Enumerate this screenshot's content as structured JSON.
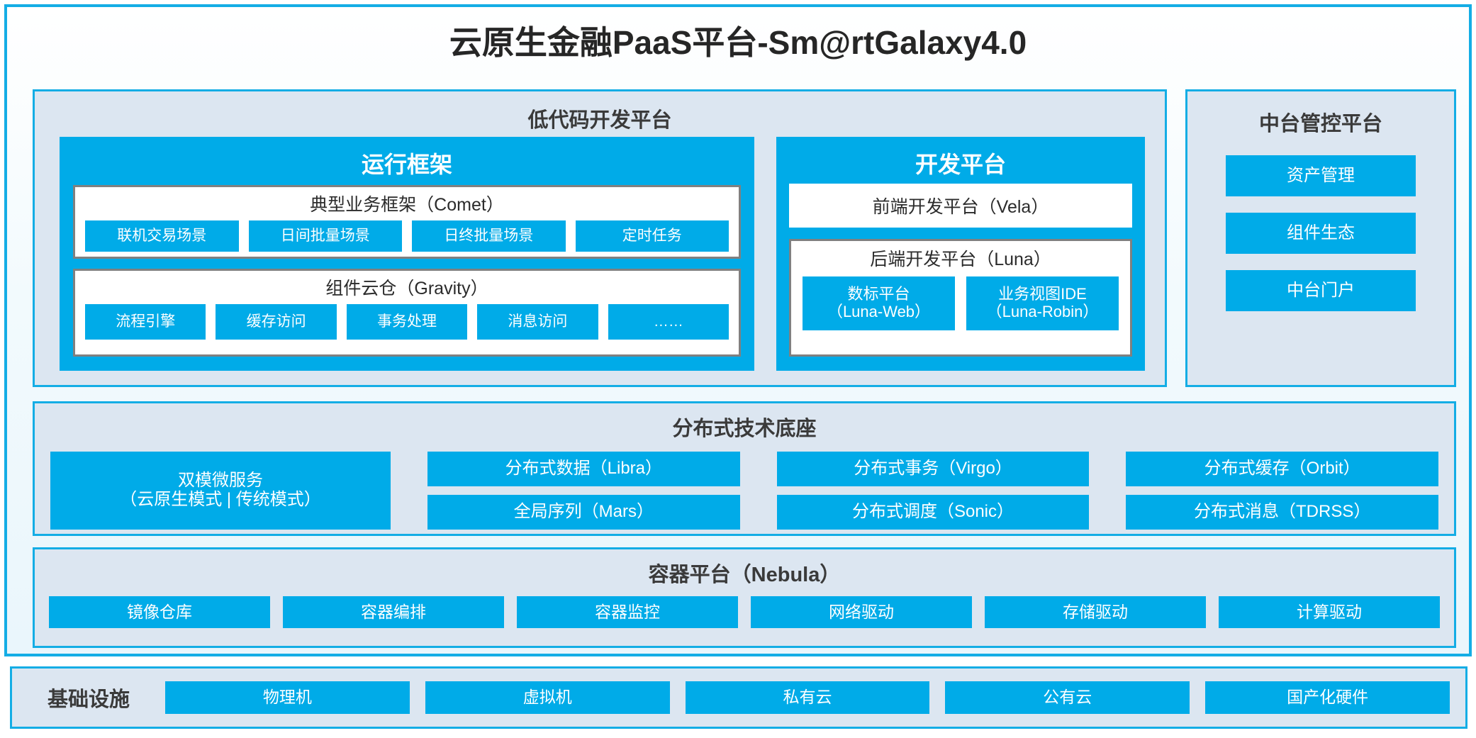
{
  "app_title": "云原生金融PaaS平台-Sm@rtGalaxy4.0",
  "colors": {
    "accent_blue": "#00ABE8",
    "border_blue": "#14ADE5",
    "panel_bg": "#DCE6F1",
    "inner_border_gray": "#808080",
    "text_dark": "#3A3A3A"
  },
  "lowcode": {
    "title": "低代码开发平台",
    "runtime": {
      "title": "运行框架",
      "comet": {
        "title": "典型业务框架（Comet）",
        "items": [
          "联机交易场景",
          "日间批量场景",
          "日终批量场景",
          "定时任务"
        ]
      },
      "gravity": {
        "title": "组件云仓（Gravity）",
        "items": [
          "流程引擎",
          "缓存访问",
          "事务处理",
          "消息访问",
          "……"
        ]
      }
    },
    "dev": {
      "title": "开发平台",
      "frontend": "前端开发平台（Vela）",
      "backend": {
        "title": "后端开发平台（Luna）",
        "items": [
          {
            "name": "数标平台",
            "code": "（Luna-Web）"
          },
          {
            "name": "业务视图IDE",
            "code": "（Luna-Robin）"
          }
        ]
      }
    }
  },
  "midplatform": {
    "title": "中台管控平台",
    "items": [
      "资产管理",
      "组件生态",
      "中台门户"
    ]
  },
  "distbase": {
    "title": "分布式技术底座",
    "dualmode": {
      "name": "双模微服务",
      "detail": "（云原生模式 | 传统模式）"
    },
    "columns": [
      [
        "分布式数据（Libra）",
        "全局序列（Mars）"
      ],
      [
        "分布式事务（Virgo）",
        "分布式调度（Sonic）"
      ],
      [
        "分布式缓存（Orbit）",
        "分布式消息（TDRSS）"
      ]
    ]
  },
  "container": {
    "title": "容器平台（Nebula）",
    "items": [
      "镜像仓库",
      "容器编排",
      "容器监控",
      "网络驱动",
      "存储驱动",
      "计算驱动"
    ]
  },
  "infrastructure": {
    "label": "基础设施",
    "items": [
      "物理机",
      "虚拟机",
      "私有云",
      "公有云",
      "国产化硬件"
    ]
  }
}
